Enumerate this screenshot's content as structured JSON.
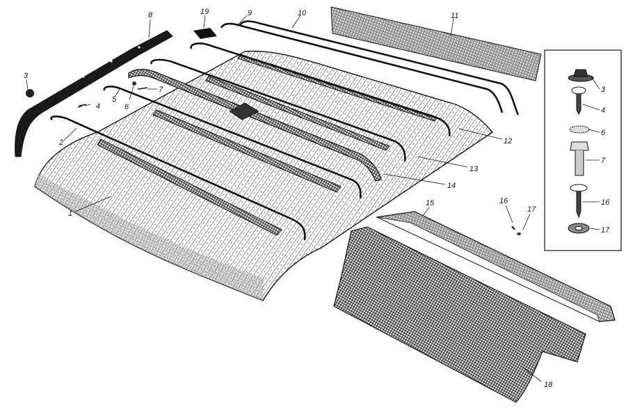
{
  "diagram": {
    "colors": {
      "ink": "#111111",
      "paper": "#ffffff",
      "shade": "#bdbdbd"
    },
    "labels": {
      "l1": "1",
      "l2": "2",
      "l3a": "3",
      "l4a": "4",
      "l5": "5",
      "l6a": "6",
      "l7a": "7",
      "l8": "8",
      "l9": "9",
      "l10": "10",
      "l11": "11",
      "l12": "12",
      "l13": "13",
      "l14": "14",
      "l15": "15",
      "l16a": "16",
      "l17a": "17",
      "l18": "18",
      "l19": "19",
      "l3b": "3",
      "l4b": "4",
      "l6b": "6",
      "l7b": "7",
      "l16b": "16",
      "l17b": "17"
    }
  }
}
